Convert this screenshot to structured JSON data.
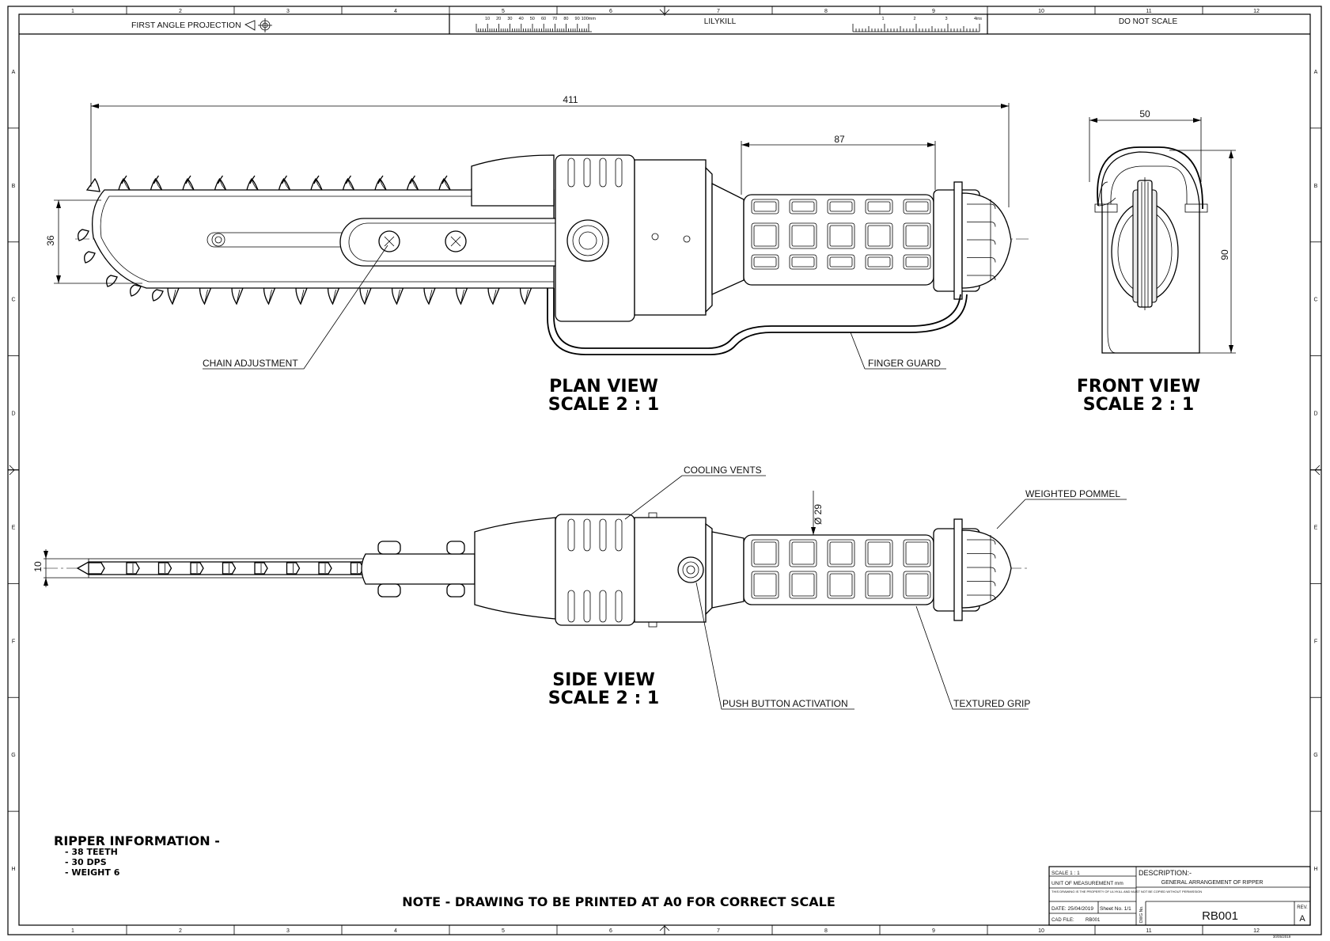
{
  "header": {
    "projection": "FIRST ANGLE PROJECTION",
    "company": "LILYKILL",
    "do_not_scale": "DO NOT SCALE",
    "scale_left_labels": [
      "10",
      "20",
      "30",
      "40",
      "50",
      "60",
      "70",
      "80",
      "90",
      "100mm"
    ],
    "scale_right_labels": [
      "1",
      "2",
      "3",
      "4ins"
    ]
  },
  "zones": {
    "columns": [
      "1",
      "2",
      "3",
      "4",
      "5",
      "6",
      "7",
      "8",
      "9",
      "10",
      "11",
      "12"
    ],
    "rows": [
      "A",
      "B",
      "C",
      "D",
      "E",
      "F",
      "G",
      "H"
    ]
  },
  "views": {
    "plan_title": "PLAN VIEW",
    "plan_scale": "SCALE 2 : 1",
    "front_title": "FRONT VIEW",
    "front_scale": "SCALE 2 : 1",
    "side_title": "SIDE VIEW",
    "side_scale": "SCALE 2 : 1"
  },
  "dimensions": {
    "overall_length": "411",
    "grip_length": "87",
    "bar_height": "36",
    "front_width": "50",
    "front_height": "90",
    "grip_diameter": "Ø 29",
    "blade_thickness": "10"
  },
  "callouts": {
    "chain_adjustment": "CHAIN ADJUSTMENT",
    "finger_guard": "FINGER GUARD",
    "cooling_vents": "COOLING VENTS",
    "weighted_pommel": "WEIGHTED POMMEL",
    "push_button": "PUSH BUTTON ACTIVATION",
    "textured_grip": "TEXTURED GRIP"
  },
  "info": {
    "title": "RIPPER INFORMATION -",
    "items": [
      "- 38 TEETH",
      "- 30 DPS",
      "- WEIGHT 6"
    ]
  },
  "note": "NOTE - DRAWING TO BE PRINTED AT A0 FOR CORRECT SCALE",
  "title_block": {
    "scale": "SCALE 1 : 1",
    "unit": "UNIT OF MEASUREMENT mm",
    "copyright": "THIS DRAWING IS THE PROPERTY OF LILYKILL AND MUST NOT BE COPIED WITHOUT PERMISSION",
    "date": "DATE: 25/04/2019",
    "sheet": "Sheet No. 1/1",
    "cad_file_label": "CAD FILE:",
    "cad_file": "RB001",
    "dwg_no_label": "DWG No.",
    "description_label": "DESCRIPTION:-",
    "description": "GENERAL ARRANGEMENT OF RIPPER",
    "drawing_number": "RB001",
    "rev_label": "REV.",
    "rev": "A",
    "footer_stamp": "30/05/2019"
  }
}
